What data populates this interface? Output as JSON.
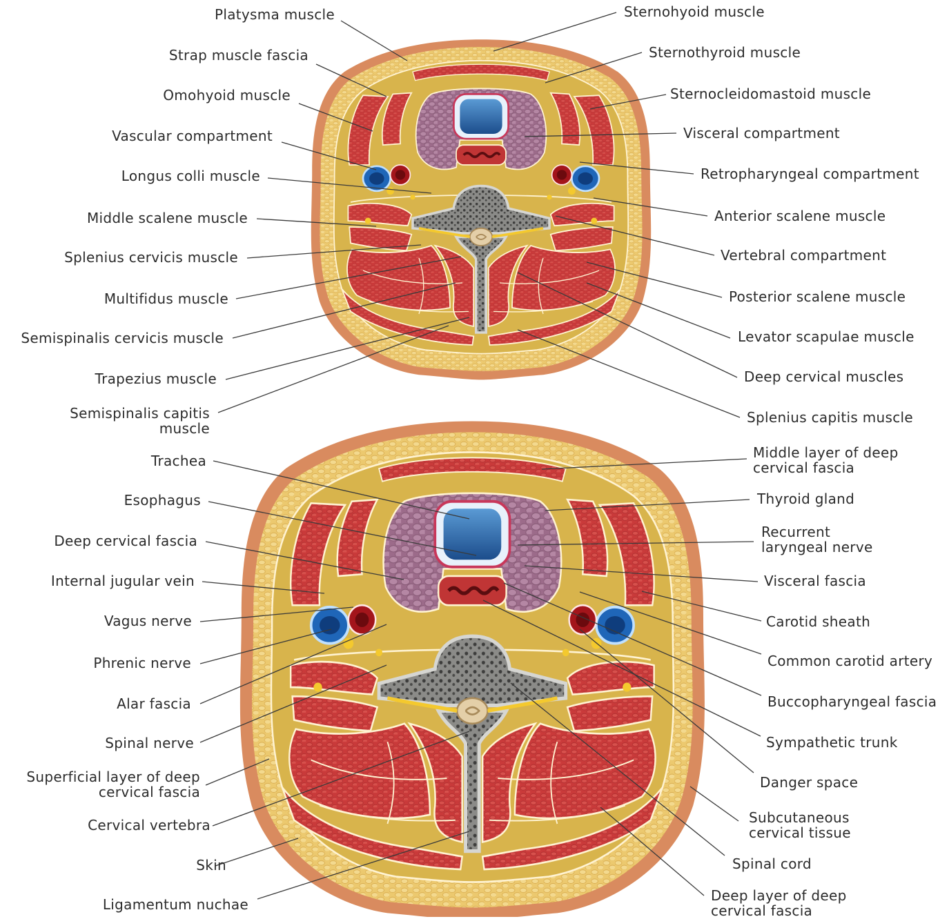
{
  "top_labels_left": [
    {
      "id": "platysma",
      "text": "Platysma muscle"
    },
    {
      "id": "strap-fascia",
      "text": "Strap muscle fascia"
    },
    {
      "id": "omohyoid",
      "text": "Omohyoid muscle"
    },
    {
      "id": "vascular-compartment",
      "text": "Vascular compartment"
    },
    {
      "id": "longus-colli",
      "text": "Longus colli muscle"
    },
    {
      "id": "middle-scalene",
      "text": "Middle scalene muscle"
    },
    {
      "id": "splenius-cervicis",
      "text": "Splenius cervicis muscle"
    },
    {
      "id": "multifidus",
      "text": "Multifidus muscle"
    },
    {
      "id": "semispinalis-cervicis",
      "text": "Semispinalis cervicis muscle"
    },
    {
      "id": "trapezius",
      "text": "Trapezius muscle"
    },
    {
      "id": "semispinalis-capitis",
      "lines": [
        "Semispinalis capitis",
        "muscle"
      ]
    }
  ],
  "top_labels_right": [
    {
      "id": "sternohyoid",
      "text": "Sternohyoid muscle"
    },
    {
      "id": "sternothyroid",
      "text": "Sternothyroid muscle"
    },
    {
      "id": "sternocleidomastoid",
      "text": "Sternocleidomastoid muscle"
    },
    {
      "id": "visceral-compartment",
      "text": "Visceral compartment"
    },
    {
      "id": "retropharyngeal",
      "text": "Retropharyngeal compartment"
    },
    {
      "id": "anterior-scalene",
      "text": "Anterior scalene muscle"
    },
    {
      "id": "vertebral-compartment",
      "text": "Vertebral compartment"
    },
    {
      "id": "posterior-scalene",
      "text": "Posterior scalene muscle"
    },
    {
      "id": "levator-scapulae",
      "text": "Levator scapulae muscle"
    },
    {
      "id": "deep-cervical-muscles",
      "text": "Deep cervical muscles"
    },
    {
      "id": "splenius-capitis",
      "text": "Splenius capitis muscle"
    }
  ],
  "bottom_labels_left": [
    {
      "id": "trachea",
      "text": "Trachea"
    },
    {
      "id": "esophagus",
      "text": "Esophagus"
    },
    {
      "id": "deep-cervical-fascia",
      "text": "Deep cervical fascia"
    },
    {
      "id": "internal-jugular",
      "text": "Internal jugular vein"
    },
    {
      "id": "vagus",
      "text": "Vagus nerve"
    },
    {
      "id": "phrenic",
      "text": "Phrenic nerve"
    },
    {
      "id": "alar-fascia",
      "text": "Alar fascia"
    },
    {
      "id": "spinal-nerve",
      "text": "Spinal nerve"
    },
    {
      "id": "superficial-layer",
      "lines": [
        "Superficial layer of deep",
        "cervical fascia"
      ]
    },
    {
      "id": "cervical-vertebra",
      "text": "Cervical vertebra"
    },
    {
      "id": "skin",
      "text": "Skin"
    },
    {
      "id": "ligamentum-nuchae",
      "text": "Ligamentum nuchae"
    }
  ],
  "bottom_labels_right": [
    {
      "id": "middle-layer",
      "lines": [
        "Middle layer of deep",
        "cervical fascia"
      ]
    },
    {
      "id": "thyroid",
      "text": "Thyroid gland"
    },
    {
      "id": "recurrent-laryngeal",
      "lines": [
        "Recurrent",
        "laryngeal nerve"
      ]
    },
    {
      "id": "visceral-fascia",
      "text": "Visceral fascia"
    },
    {
      "id": "carotid-sheath",
      "text": "Carotid sheath"
    },
    {
      "id": "common-carotid",
      "text": "Common carotid artery"
    },
    {
      "id": "buccopharyngeal",
      "text": "Buccopharyngeal fascia"
    },
    {
      "id": "sympathetic-trunk",
      "text": "Sympathetic trunk"
    },
    {
      "id": "danger-space",
      "text": "Danger space"
    },
    {
      "id": "subcutaneous",
      "lines": [
        "Subcutaneous",
        "cervical tissue"
      ]
    },
    {
      "id": "spinal-cord",
      "text": "Spinal cord"
    },
    {
      "id": "deep-layer",
      "lines": [
        "Deep layer of deep",
        "cervical fascia"
      ]
    }
  ],
  "colors": {
    "skin": "#d98b5f",
    "fat": "#e9c468",
    "fascia_fill": "#d9b44a",
    "muscle": "#c9383a",
    "muscle_dark": "#9e2326",
    "fascia_line": "#fff5d8",
    "thyroid": "#a2708f",
    "trachea": "#2c6fae",
    "vein": "#1f66b8",
    "artery": "#a3151b",
    "nerve": "#f4c92e",
    "bone": "#7d7d7a",
    "leader": "#3a3a3a"
  }
}
